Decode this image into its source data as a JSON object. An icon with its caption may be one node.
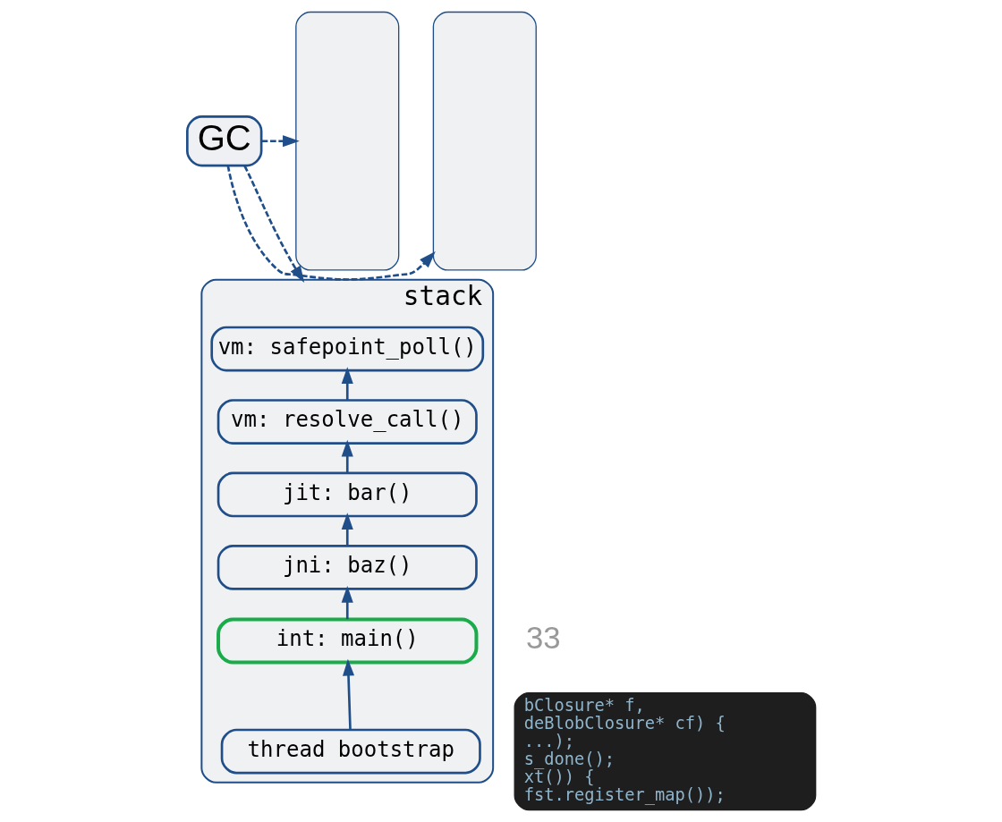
{
  "diagram": {
    "nodes": [
      {
        "text": [
          "GC"
        ]
      },
      {
        "text": [],
        "shape": "box"
      },
      {
        "text": [],
        "shape": "box"
      },
      {
        "text": [
          "stack"
        ]
      },
      {
        "text": [
          "vm: safepoint_poll()"
        ],
        "in": 3
      },
      {
        "text": [
          "vm: resolve_call()"
        ],
        "in": 3
      },
      {
        "text": [
          "jit: bar()"
        ],
        "in": 3
      },
      {
        "text": [
          "jni: baz()"
        ],
        "in": 3
      },
      {
        "text": [
          "int: main()"
        ],
        "in": 3
      },
      {
        "text": [
          "thread bootstrap"
        ],
        "in": 3
      },
      {
        "text": [
          "bClosure* f,",
          "deBlobClosure* cf) {",
          "...);",
          "s_done();",
          "xt()) {",
          "fst.register_map());"
        ]
      }
    ],
    "edges": [
      {
        "from": 0,
        "to": 1,
        "arrow": "to",
        "style": "dashed"
      },
      {
        "from": 0,
        "to": 2,
        "arrow": "to",
        "style": "dashed"
      },
      {
        "from": 0,
        "to": 3,
        "arrow": "to",
        "style": "dashed"
      },
      {
        "from": 9,
        "to": 8,
        "arrow": "to"
      },
      {
        "from": 8,
        "to": 7,
        "arrow": "to"
      },
      {
        "from": 7,
        "to": 6,
        "arrow": "to"
      },
      {
        "from": 6,
        "to": 5,
        "arrow": "to"
      },
      {
        "from": 5,
        "to": 4,
        "arrow": "to"
      }
    ],
    "labels": [
      "33"
    ]
  }
}
